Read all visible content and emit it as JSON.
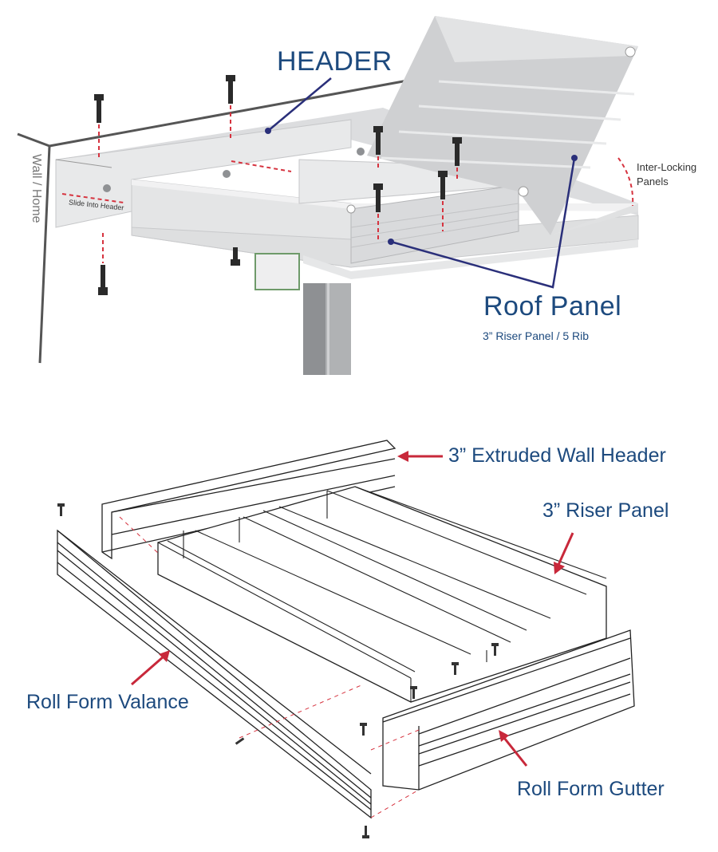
{
  "top_diagram": {
    "labels": {
      "header": "HEADER",
      "roof_panel": "Roof Panel",
      "roof_panel_sub": "3” Riser Panel / 5 Rib",
      "inter_locking": "Inter-Locking",
      "panels": "Panels",
      "wall_home": "Wall / Home",
      "slide_into_header": "Slide Into Header"
    },
    "colors": {
      "label_blue": "#1d4a7e",
      "leader_navy": "#2a2f7a",
      "dashed_red": "#d6333f",
      "metal_light": "#e6e7e8",
      "metal_mid": "#cfd0d2",
      "metal_dark": "#a9abae",
      "post_accent_green": "#6e9a6a"
    }
  },
  "bottom_diagram": {
    "labels": {
      "extruded_wall_header": "3” Extruded Wall Header",
      "riser_panel": "3” Riser Panel",
      "roll_form_valance": "Roll Form Valance",
      "roll_form_gutter": "Roll Form Gutter"
    },
    "colors": {
      "arrow_red": "#c8283a",
      "line_dark": "#222222"
    }
  }
}
